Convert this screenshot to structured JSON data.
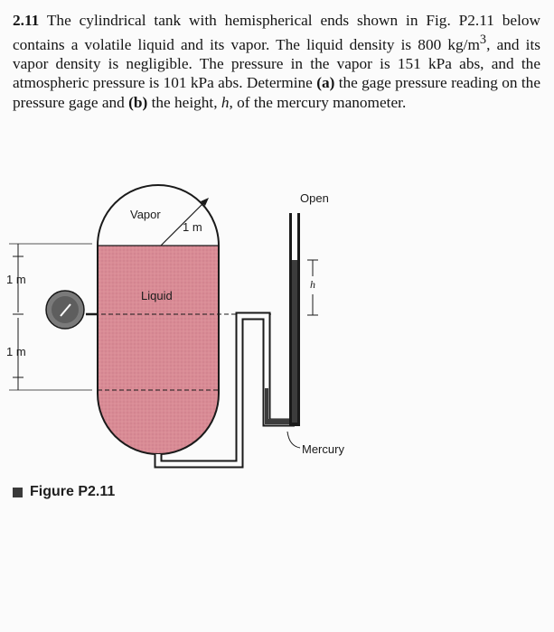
{
  "problem": {
    "number": "2.11",
    "p1": " The cylindrical tank with hemispherical ends shown in Fig. P2.11 below contains a volatile liquid and its vapor. The liquid density is 800 kg/m",
    "sup": "3",
    "p2": ", and its vapor density is negligible. The pressure in the vapor is 151 kPa abs, and the atmospheric pressure is 101 kPa abs. Determine ",
    "part_a_tag": "(a)",
    "part_a_text": " the gage pressure reading on the pressure gage and ",
    "part_b_tag": "(b)",
    "part_b_text": " the height, ",
    "h_symbol": "h",
    "p3": ", of the mercury manometer."
  },
  "figure": {
    "vapor_label": "Vapor",
    "radius_label": "1 m",
    "liquid_label": "Liquid",
    "open_label": "Open",
    "h_label": "h",
    "upper_dim_label": "1 m",
    "lower_dim_label": "1 m",
    "mercury_label": "Mercury",
    "caption_label": "Figure P2.11",
    "colors": {
      "liquid": "#d98b95",
      "mercury": "#3c3c3c",
      "outline": "#1a1a1a",
      "gage": "#6b6b6b"
    }
  }
}
